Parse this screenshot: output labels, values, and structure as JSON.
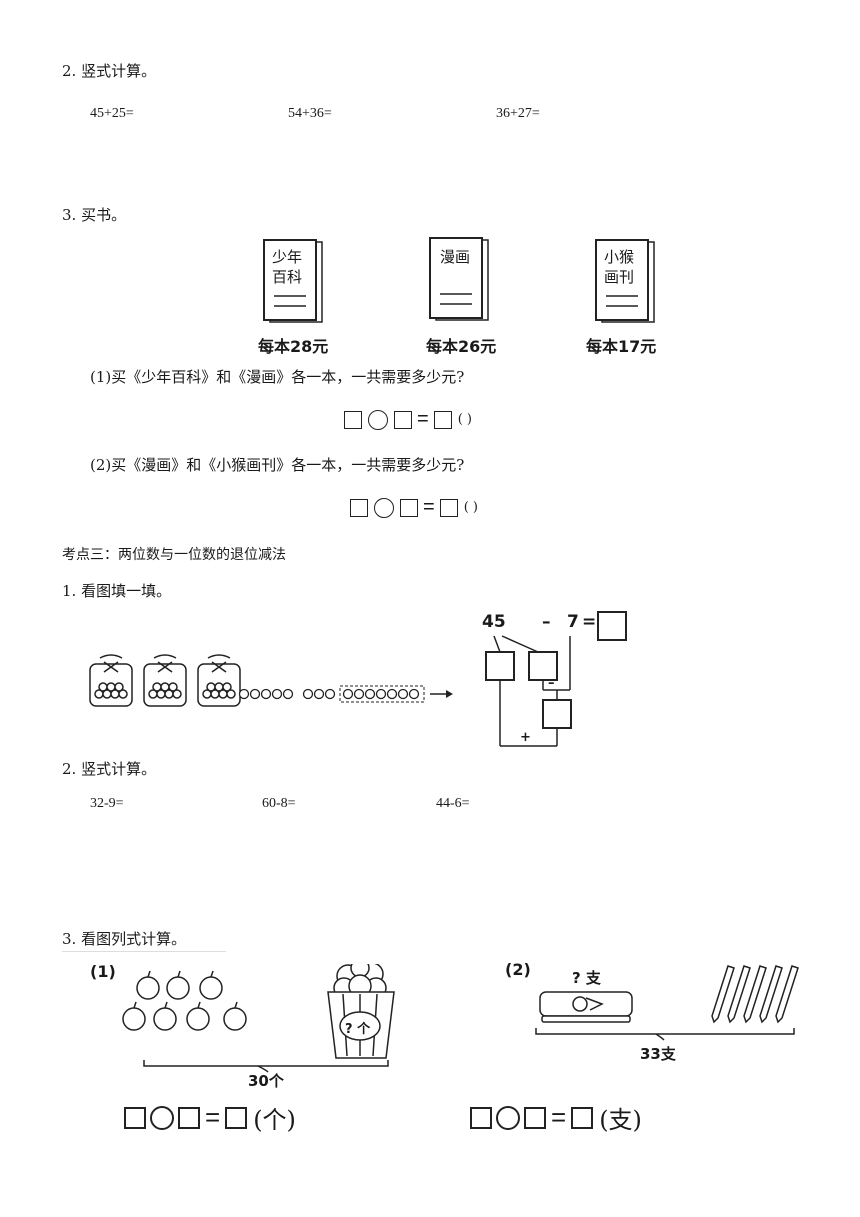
{
  "section2": {
    "title": "2. 竖式计算。",
    "exprs": [
      "45+25=",
      "54+36=",
      "36+27="
    ]
  },
  "section3": {
    "title": "3. 买书。",
    "books": [
      {
        "cover_line1": "少年",
        "cover_line2": "百科",
        "price": "每本28元"
      },
      {
        "cover_line1": "漫画",
        "cover_line2": "",
        "price": "每本26元"
      },
      {
        "cover_line1": "小猴",
        "cover_line2": "画刊",
        "price": "每本17元"
      }
    ],
    "q1": "(1)买《少年百科》和《漫画》各一本，一共需要多少元?",
    "q2": "(2)买《漫画》和《小猴画刊》各一本，一共需要多少元?",
    "eq_sign": "=",
    "paren": "(    )"
  },
  "kaodian3": {
    "heading": "考点三：两位数与一位数的退位减法",
    "p1_title": "1. 看图填一填。",
    "diagram": {
      "minuend": "45",
      "minus": "–",
      "subtrahend": "7",
      "equals": "=",
      "minus_small": "–",
      "plus_small": "+"
    },
    "p2_title": "2. 竖式计算。",
    "exprs": [
      "32-9=",
      "60-8=",
      "44-6="
    ],
    "p3_title": "3. 看图列式计算。",
    "part1": {
      "label": "(1)",
      "basket_label": "? 个",
      "total": "30个",
      "unit": "(个)"
    },
    "part2": {
      "label": "(2)",
      "question": "? 支",
      "total": "33支",
      "unit": "(支)"
    }
  }
}
